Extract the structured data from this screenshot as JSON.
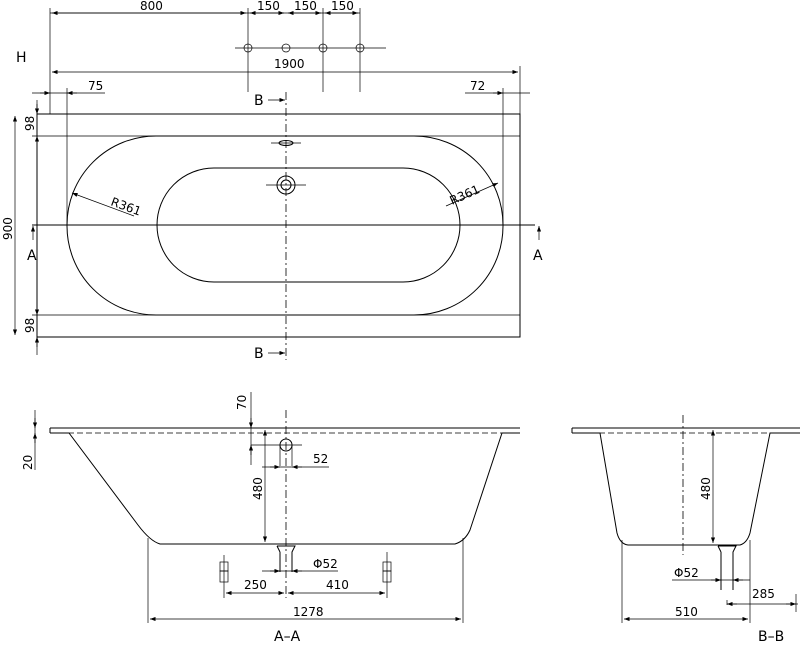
{
  "plan_view": {
    "view_label": "H",
    "dims": {
      "d800": "800",
      "d150a": "150",
      "d150b": "150",
      "d150c": "150",
      "d1900": "1900",
      "d75": "75",
      "d72": "72",
      "d900": "900",
      "d98top": "98",
      "d98bot": "98",
      "r_left": "R361",
      "r_right": "R361"
    },
    "section_marks": {
      "a_left": "A",
      "a_right": "A",
      "b_top": "B",
      "b_bottom": "B"
    }
  },
  "section_aa": {
    "label": "A–A",
    "dims": {
      "d70": "70",
      "d20": "20",
      "d52": "52",
      "d480": "480",
      "dphi52": "Φ52",
      "d250": "250",
      "d410": "410",
      "d1278": "1278"
    }
  },
  "section_bb": {
    "label": "B–B",
    "dims": {
      "d480": "480",
      "dphi52": "Φ52",
      "d510": "510",
      "d285": "285"
    }
  }
}
